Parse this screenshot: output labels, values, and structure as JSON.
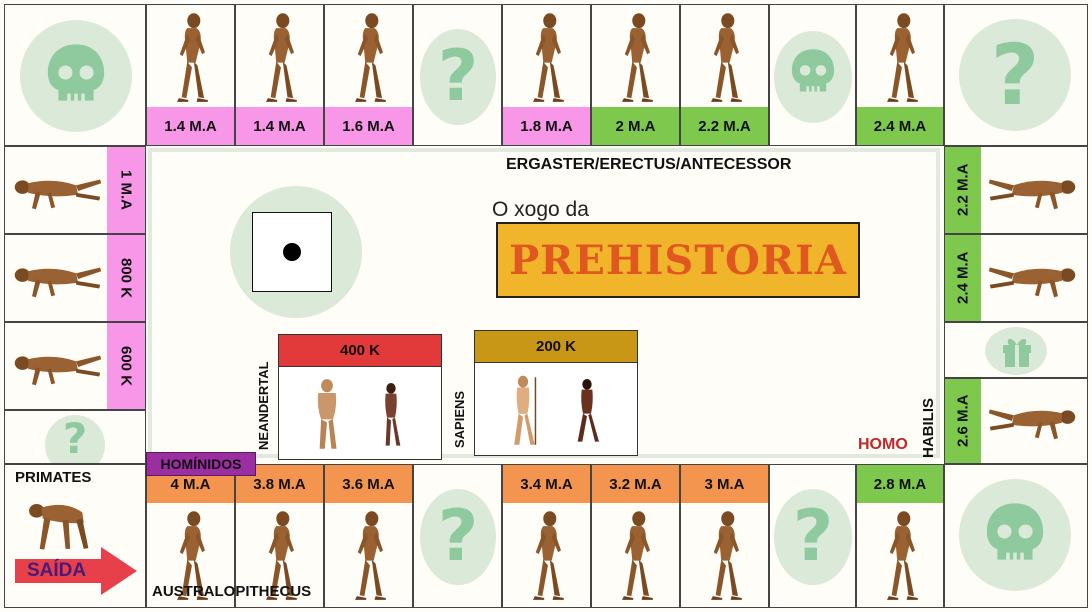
{
  "board": {
    "top_labels": [
      "1.4 M.A",
      "1.4 M.A",
      "1.6 M.A",
      "1.8 M.A",
      "2 M.A",
      "2.2 M.A",
      "2.4 M.A"
    ],
    "left_labels": [
      "1 M.A",
      "800 K",
      "600 K"
    ],
    "right_labels": [
      "2.2 M.A",
      "2.4 M.A",
      "2.6 M.A"
    ],
    "bottom_labels": [
      "4 M.A",
      "3.8 M.A",
      "3.6 M.A",
      "3.4 M.A",
      "3.2 M.A",
      "3 M.A",
      "2.8 M.A"
    ],
    "question_mark": "?"
  },
  "center": {
    "group_label": "ERGASTER/ERECTUS/ANTECESSOR",
    "subtitle": "O xogo da",
    "title": "PREHISTORIA",
    "neandertal": {
      "side": "NEANDERTAL",
      "age": "400 K"
    },
    "sapiens": {
      "side": "SAPIENS",
      "age": "200 K"
    },
    "homo": "HOMO",
    "habilis": "HABILIS"
  },
  "labels": {
    "primates": "PRIMATES",
    "hominidos": "HOMÍNIDOS",
    "start": "SAÍDA",
    "australopithecus": "AUSTRALOPITHECUS"
  },
  "colors": {
    "pink": "#f896e8",
    "green": "#7ec84e",
    "orange": "#f4954f",
    "title_box": "#f0b52a",
    "title_text": "#e0581f",
    "neandertal_header": "#e23a3a",
    "sapiens_header": "#c99716",
    "start_arrow": "#e8404a",
    "hominidos_badge": "#9b2ea0"
  }
}
